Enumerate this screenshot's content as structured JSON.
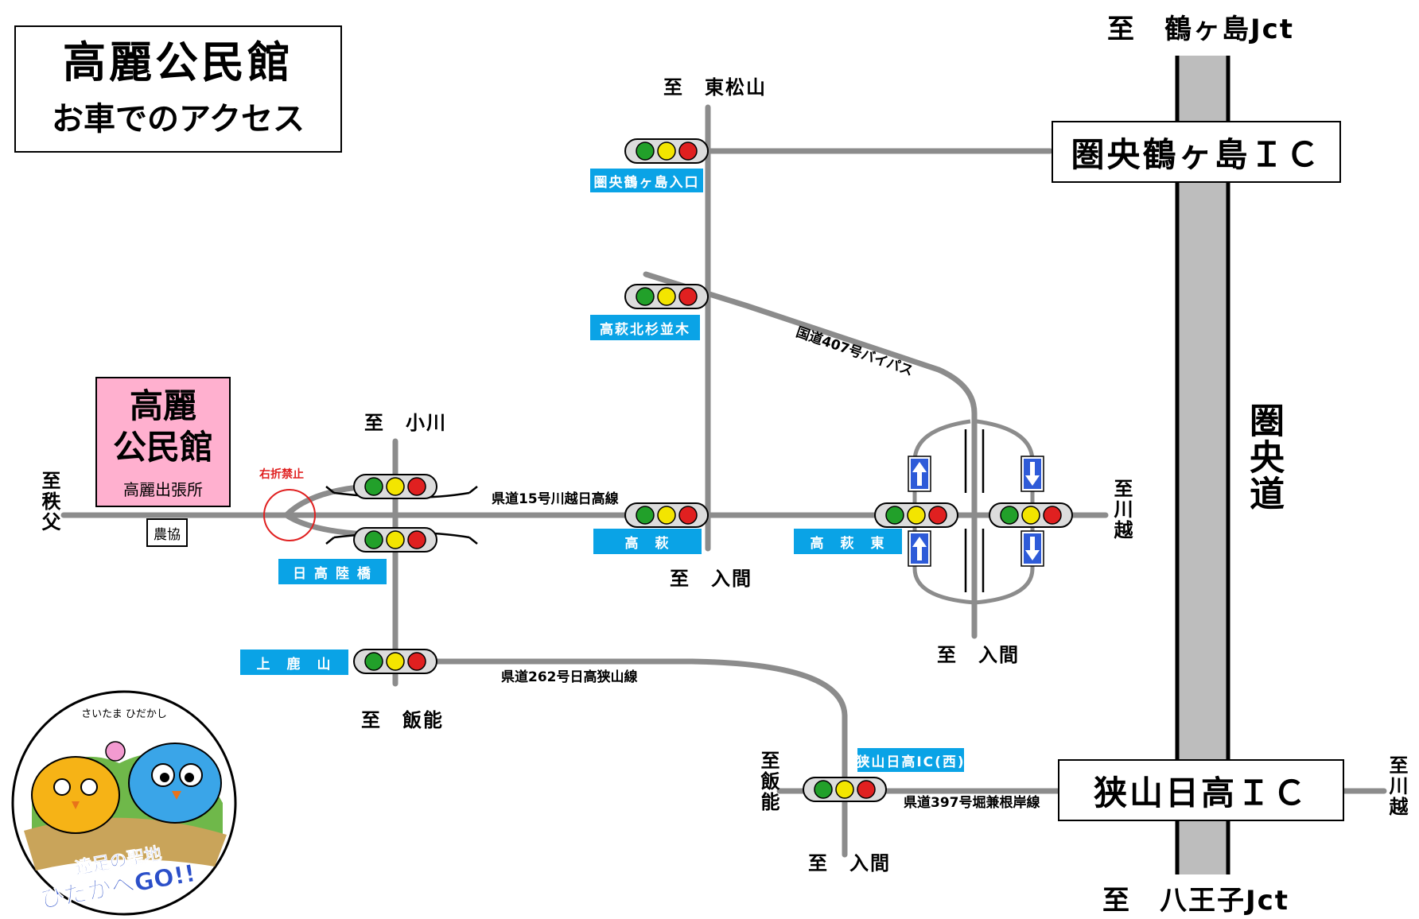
{
  "title": {
    "line1": "高麗公民館",
    "line2": "お車でのアクセス"
  },
  "destination_box": {
    "line1": "高麗",
    "line2": "公民館",
    "sub": "高麗出張所"
  },
  "landmark_noukyou": "農協",
  "no_right_turn": "右折禁止",
  "interchanges": {
    "tsurugashima": "圏央鶴ヶ島ＩＣ",
    "sayama_hidaka": "狭山日高ＩＣ"
  },
  "expressway": {
    "name": "圏央道",
    "north": "至　鶴ヶ島Jct",
    "south": "至　八王子Jct"
  },
  "directions": {
    "higashimatsuyama": "至　東松山",
    "ogawa": "至　小川",
    "chichibu": "至秩父",
    "iruma_takahagi": "至　入間",
    "iruma_east": "至　入間",
    "iruma_south": "至　入間",
    "hanno": "至　飯能",
    "hanno_vertical": "至飯能",
    "kawagoe_east": "至川越",
    "kawagoe_ic": "至川越"
  },
  "intersections": {
    "ken_o_iriguchi": "圏央鶴ヶ島入口",
    "takahagi_kitasugi": "高萩北杉並木",
    "takahagi": "高　萩",
    "takahagi_higashi": "高　萩　東",
    "hidaka_rikkyo": "日 高 陸 橋",
    "kamikayama": "上　鹿　山",
    "sayama_hidaka_ic_west": "狭山日高IC(西)"
  },
  "roads": {
    "route407": "国道407号バイパス",
    "pref15": "県道15号川越日高線",
    "pref262": "県道262号日高狭山線",
    "route397": "県道397号堀兼根岸線"
  },
  "mascot": {
    "arc_text": "さいたま ひだかし",
    "slogan1": "遠足の聖地",
    "slogan2": "ひだかへGO!!"
  },
  "colors": {
    "road": "#8c8c8c",
    "tag": "#0aa3e6",
    "destination_bg": "#ffb0cf",
    "light_green": "#22a02a",
    "light_yellow": "#f3e500",
    "light_red": "#e02020",
    "arrow_blue": "#2e5bd8",
    "highway": "#bdbdbd",
    "no_right_turn": "#e02020"
  }
}
